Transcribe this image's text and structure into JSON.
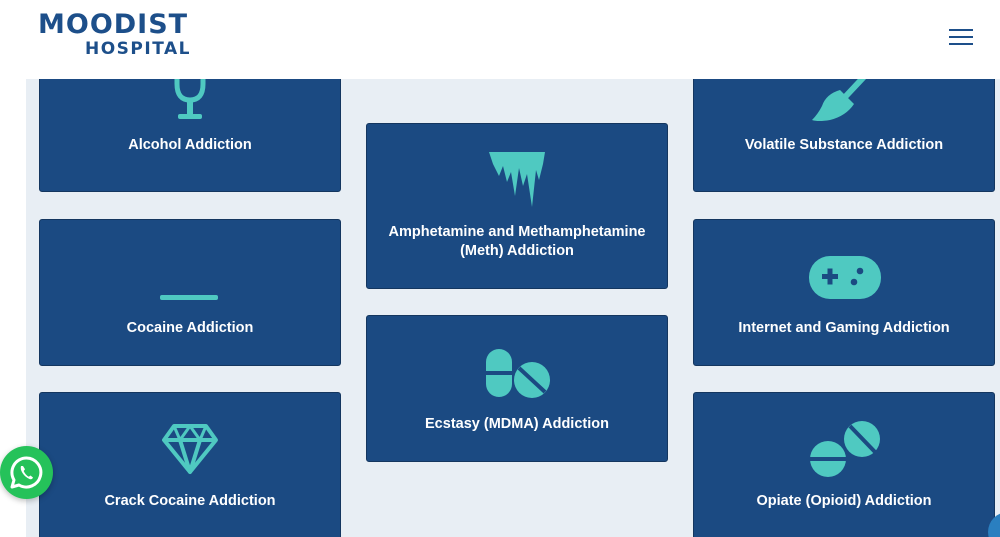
{
  "header": {
    "logo_line1": "MOODIST",
    "logo_line2": "HOSPITAL"
  },
  "cards": [
    {
      "label": "Alcohol Addiction",
      "icon": "wine-glass-icon"
    },
    {
      "label": "Cocaine Addiction",
      "icon": "line-icon"
    },
    {
      "label": "Crack Cocaine Addiction",
      "icon": "diamond-icon"
    },
    {
      "label": "Amphetamine and Methamphetamine (Meth) Addiction",
      "icon": "ice-crystal-icon"
    },
    {
      "label": "Ecstasy (MDMA) Addiction",
      "icon": "pills-icon"
    },
    {
      "label": "Volatile Substance Addiction",
      "icon": "brush-icon"
    },
    {
      "label": "Internet and Gaming Addiction",
      "icon": "gamepad-icon"
    },
    {
      "label": "Opiate (Opioid) Addiction",
      "icon": "tablets-icon"
    }
  ],
  "colors": {
    "card_bg": "#1b4a82",
    "icon": "#4fc9c1",
    "brand": "#1d4f8a",
    "page_bg": "#e8eef4",
    "whatsapp": "#25c25a"
  }
}
